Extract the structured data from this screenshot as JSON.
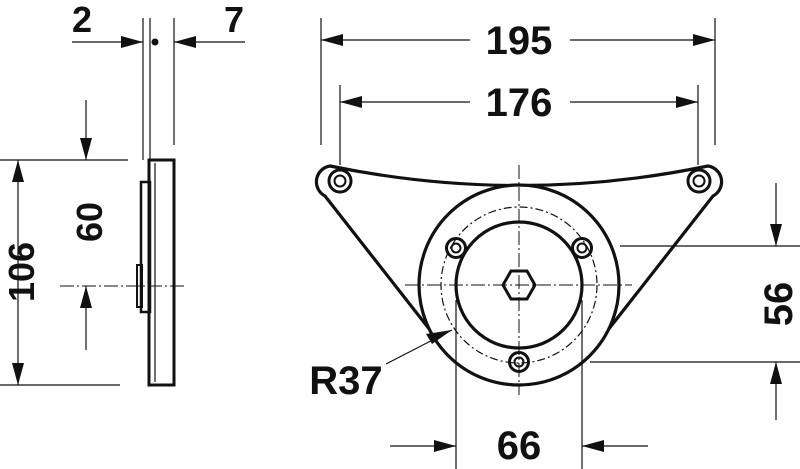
{
  "dimensions": {
    "side_gap_left": "2",
    "side_gap_right": "7",
    "side_height_total": "106",
    "side_height_upper": "60",
    "top_overall_width": "195",
    "top_hole_spacing": "176",
    "right_vertical": "56",
    "radius": "R37",
    "bottom_width": "66"
  }
}
